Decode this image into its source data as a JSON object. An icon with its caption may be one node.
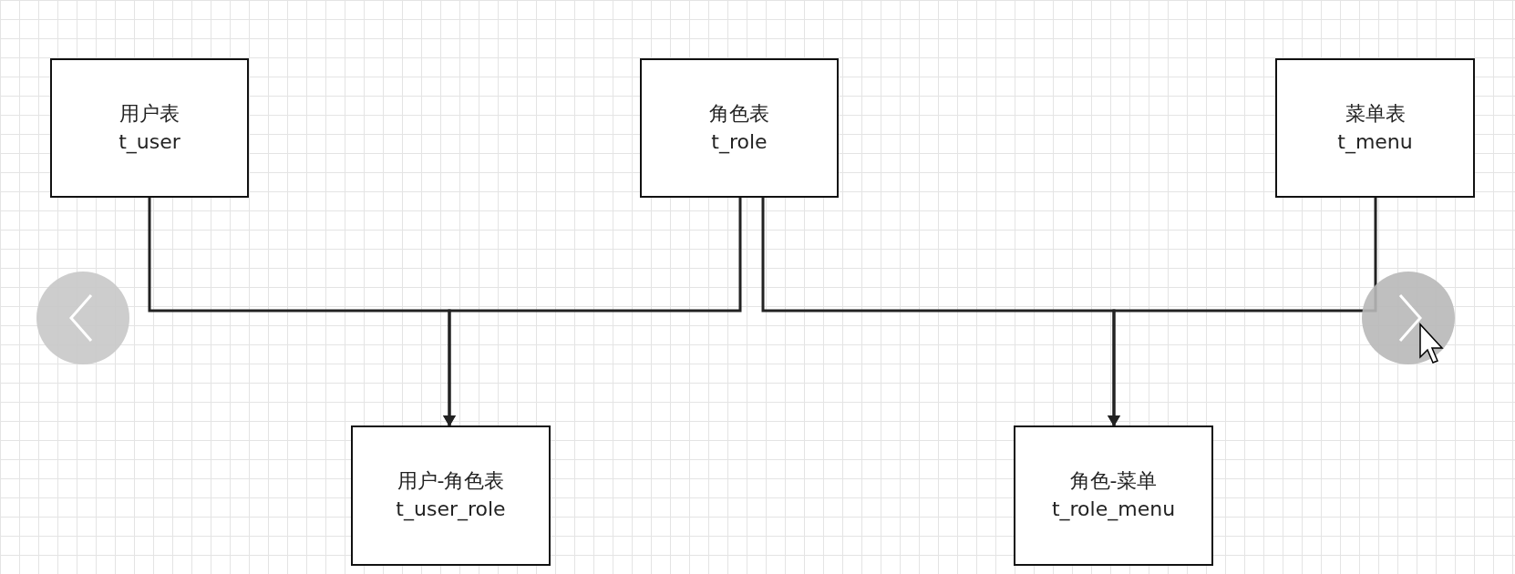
{
  "diagram": {
    "nodes": [
      {
        "text": [
          "用户表",
          "t_user"
        ]
      },
      {
        "text": [
          "角色表",
          "t_role"
        ]
      },
      {
        "text": [
          "菜单表",
          "t_menu"
        ]
      },
      {
        "text": [
          "用户-角色表",
          "t_user_role"
        ]
      },
      {
        "text": [
          "角色-菜单",
          "t_role_menu"
        ]
      }
    ],
    "edges": [
      {
        "from": 0,
        "to": 3,
        "arrow": "to"
      },
      {
        "from": 1,
        "to": 3,
        "arrow": "to"
      },
      {
        "from": 1,
        "to": 4,
        "arrow": "to"
      },
      {
        "from": 2,
        "to": 4,
        "arrow": "to"
      }
    ]
  }
}
